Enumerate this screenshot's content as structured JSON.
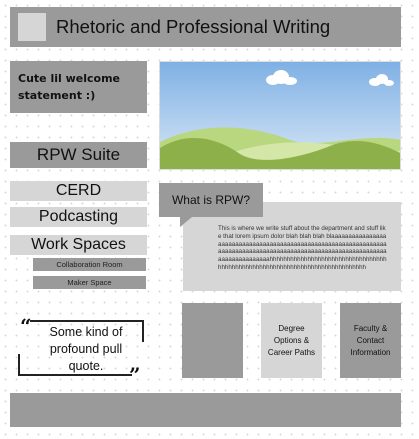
{
  "header": {
    "title": "Rhetoric and Professional Writing",
    "logo_icon": "logo-placeholder"
  },
  "welcome": {
    "text": "Cute lil welcome statement :)"
  },
  "hero": {
    "image_icon": "landscape-hills-clouds-image"
  },
  "nav": {
    "suite_label": "RPW Suite",
    "items": [
      "CERD",
      "Podcasting",
      "Work Spaces"
    ],
    "sub_items": [
      "Collaboration Room",
      "Maker Space"
    ]
  },
  "about": {
    "heading": "What is RPW?",
    "body": "This is where we write  stuff about the department and stuff like that lorem ipsum dolor  blah blah blah blaaaaaaaaaaaaaaaaaaaaaaaaaaaaaaaaaaaaaaaaaaaaaaaaaaaaaaaaaaaaaaaaaaaaaaaaaaaaaaaaaaaaaaaaaaaaaaaaaaaaaaaaaaaaaaaaaaaaaaaaaaaaaaaaahhhhhhhhhhhhhhhhhhhhhhhhhhhhhhhhhhhhhhhhhhhhhhhhhhhhhhhhhhhhhhhhhhhhhhhhhhhhh"
  },
  "quote": {
    "text": "Some kind of profound pull quote.",
    "open_mark": "“",
    "close_mark": "”"
  },
  "tiles": [
    {
      "label": ""
    },
    {
      "label": "Degree Options & Career Paths"
    },
    {
      "label": "Faculty & Contact Information"
    }
  ],
  "colors": {
    "dark_gray": "#9a9a9a",
    "light_gray": "#d6d6d6",
    "sky": "#a6c8ec",
    "hill": "#8db04a"
  }
}
